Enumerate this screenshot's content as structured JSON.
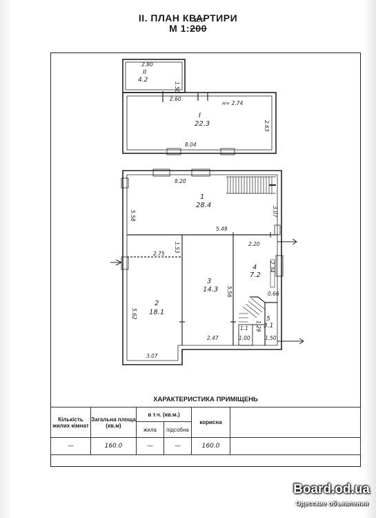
{
  "header": {
    "title": "II. ПЛАН КВАРТИРИ",
    "scale_prefix": "М 1:",
    "scale_crossed": "200",
    "scale_corrected": "100"
  },
  "plan": {
    "rooms": {
      "r_II": {
        "label": "II",
        "area": "4.2"
      },
      "r_I": {
        "label": "I",
        "area": "22.3"
      },
      "r_1": {
        "label": "1",
        "area": "28.4"
      },
      "r_2": {
        "label": "2",
        "area": "18.1"
      },
      "r_3": {
        "label": "3",
        "area": "14.3"
      },
      "r_4": {
        "label": "4",
        "area": "7.2"
      },
      "r_5": {
        "label": "5",
        "area": "3.1"
      }
    },
    "dimensions": {
      "d_280": "2.80",
      "d_150_top": "1.50",
      "d_260": "2.60",
      "d_h274": "н= 2.74",
      "d_263": "2.63",
      "d_804": "8.04",
      "d_820": "8.20",
      "d_558": "5.58",
      "d_307": "3.07",
      "d_549": "5.49",
      "d_220": "2.20",
      "d_275": "2.75",
      "d_153": "1.53",
      "d_234": "2.34",
      "d_066": "0.66",
      "d_556": "5.56",
      "d_562": "5.62",
      "d_11": "1.1",
      "d_100": "1.00",
      "d_129": "1.29",
      "d_150_bot": "1.50",
      "d_247": "2.47",
      "d_307_bot": "3.07"
    }
  },
  "characteristics": {
    "title": "ХАРАКТЕРИСТИКА ПРИМІЩЕНЬ",
    "headers": {
      "rooms": "Кількість жилих кімнат",
      "total": "Загальна площа (кв.м)",
      "incl": "в т.ч. (кв.м.)",
      "living": "жила",
      "aux": "підсобна",
      "useful": "корисна"
    },
    "values": {
      "rooms": "—",
      "total": "160.0",
      "living": "—",
      "aux": "—",
      "useful": "160.0",
      "extra": ""
    }
  },
  "watermark": {
    "site": "Board.od.ua",
    "caption": "Одесские объявления"
  }
}
